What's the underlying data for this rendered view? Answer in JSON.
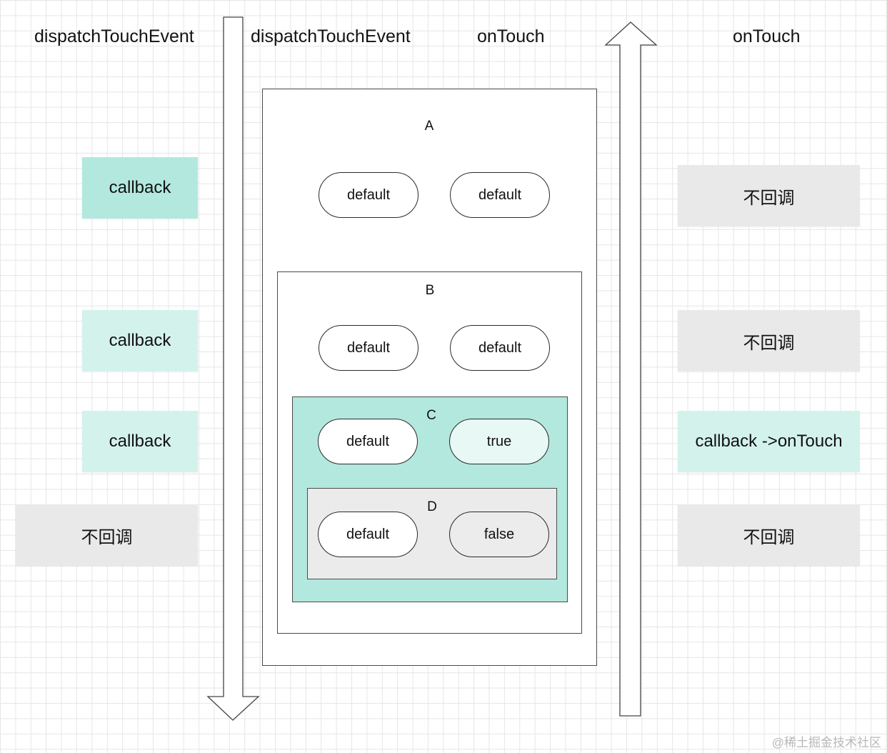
{
  "headers": {
    "left_outer": "dispatchTouchEvent",
    "left_inner": "dispatchTouchEvent",
    "right_inner": "onTouch",
    "right_outer": "onTouch"
  },
  "left_column": [
    {
      "text": "callback",
      "style": "teal-strong"
    },
    {
      "text": "callback",
      "style": "teal-light"
    },
    {
      "text": "callback",
      "style": "teal-light"
    },
    {
      "text": "不回调",
      "style": "grey"
    }
  ],
  "right_column": [
    {
      "text": "不回调",
      "style": "grey"
    },
    {
      "text": "不回调",
      "style": "grey"
    },
    {
      "text": "callback ->onTouch",
      "style": "teal-light"
    },
    {
      "text": "不回调",
      "style": "grey"
    }
  ],
  "views": {
    "A": {
      "label": "A",
      "dispatch": "default",
      "touch": "default"
    },
    "B": {
      "label": "B",
      "dispatch": "default",
      "touch": "default"
    },
    "C": {
      "label": "C",
      "dispatch": "default",
      "touch": "true"
    },
    "D": {
      "label": "D",
      "dispatch": "default",
      "touch": "false"
    }
  },
  "colors": {
    "teal_strong": "#b2e8de",
    "teal_light": "#d3f2ec",
    "grey": "#e9e9e9",
    "box_c_fill": "#b3e8de",
    "box_d_fill": "#ebebeb"
  },
  "arrows": {
    "down": "dispatch-direction",
    "up": "ontouch-direction"
  },
  "watermark": "@稀土掘金技术社区"
}
